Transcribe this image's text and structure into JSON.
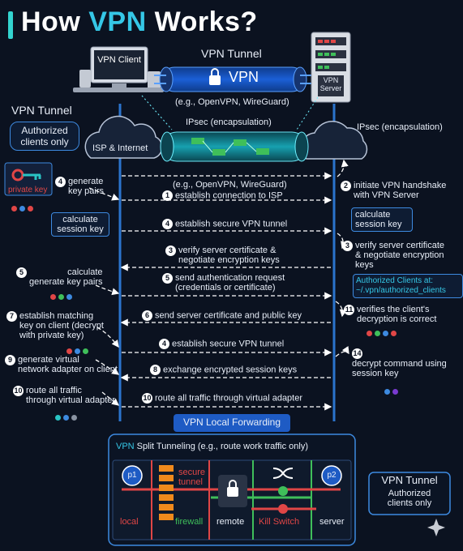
{
  "title": {
    "prefix": "How ",
    "accent": "VPN",
    "suffix": " Works?"
  },
  "top": {
    "client_label": "VPN Client",
    "tunnel_title": "VPN Tunnel",
    "tunnel_text": "VPN",
    "tunnel_sub": "(e.g., OpenVPN, WireGuard)",
    "server_label": "VPN\nServer",
    "left_tunnel_title": "VPN Tunnel",
    "left_authorized": "Authorized\nclients only",
    "isp_label": "ISP & Internet",
    "ipsec_center": "IPsec (encapsulation)",
    "ipsec_right": "IPsec (encapsulation)"
  },
  "left_side": {
    "private_key": "private key",
    "calc_session": "calculate\nsession key"
  },
  "right_side": {
    "calc_session": "calculate\nsession key",
    "authorized_clients": "Authorized Clients at:\n~/.vpn/authorized_clients"
  },
  "steps": [
    {
      "num": "4",
      "text": "generate\nkey pairs",
      "side": "left"
    },
    {
      "num": "",
      "text": "(e.g., OpenVPN, WireGuard)",
      "side": "center"
    },
    {
      "num": "1",
      "text": "establish connection to ISP",
      "side": "center"
    },
    {
      "num": "2",
      "text": "initiate VPN handshake\nwith VPN Server",
      "side": "right"
    },
    {
      "num": "4",
      "text": "establish secure VPN tunnel",
      "side": "center"
    },
    {
      "num": "3",
      "text": "verify server certificate &\nnegotiate encryption keys",
      "side": "center"
    },
    {
      "num": "3",
      "text": "verify server certificate\n& negotiate encryption\nkeys",
      "side": "right"
    },
    {
      "num": "5",
      "text": "calculate\ngenerate key pairs",
      "side": "left"
    },
    {
      "num": "5",
      "text": "send authentication request\n(credentials or certificate)",
      "side": "center"
    },
    {
      "num": "7",
      "text": "establish matching\nkey on client (decrypt\nwith private key)",
      "side": "left"
    },
    {
      "num": "6",
      "text": "send server certificate and public key",
      "side": "center"
    },
    {
      "num": "11",
      "text": "verifies the client's\ndecryption is correct",
      "side": "right"
    },
    {
      "num": "4",
      "text": "establish secure VPN tunnel",
      "side": "center"
    },
    {
      "num": "14",
      "text": "decrypt command using\nsession key",
      "side": "right"
    },
    {
      "num": "9",
      "text": "generate virtual\nnetwork adapter on client",
      "side": "left"
    },
    {
      "num": "8",
      "text": "exchange encrypted session keys",
      "side": "center"
    },
    {
      "num": "10",
      "text": "route all traffic\nthrough virtual adapter",
      "side": "left"
    },
    {
      "num": "10",
      "text": "route all traffic through virtual adapter",
      "side": "center"
    }
  ],
  "bottom": {
    "forwarding": "VPN Local Forwarding",
    "split_prefix": "VPN",
    "split_text": " Split Tunneling (e.g., route work traffic only)",
    "p1": "p1",
    "p2": "p2",
    "secure_tunnel": "secure\ntunnel",
    "local": "local",
    "firewall": "firewall",
    "remote": "remote",
    "kill_switch": "Kill Switch",
    "server": "server",
    "right_title": "VPN Tunnel",
    "right_sub": "Authorized\nclients only"
  },
  "colors": {
    "accent": "#35c7e6",
    "line": "#2f7fe0",
    "red": "#e04646",
    "green": "#3fbf5a",
    "orange": "#f08a1c"
  }
}
